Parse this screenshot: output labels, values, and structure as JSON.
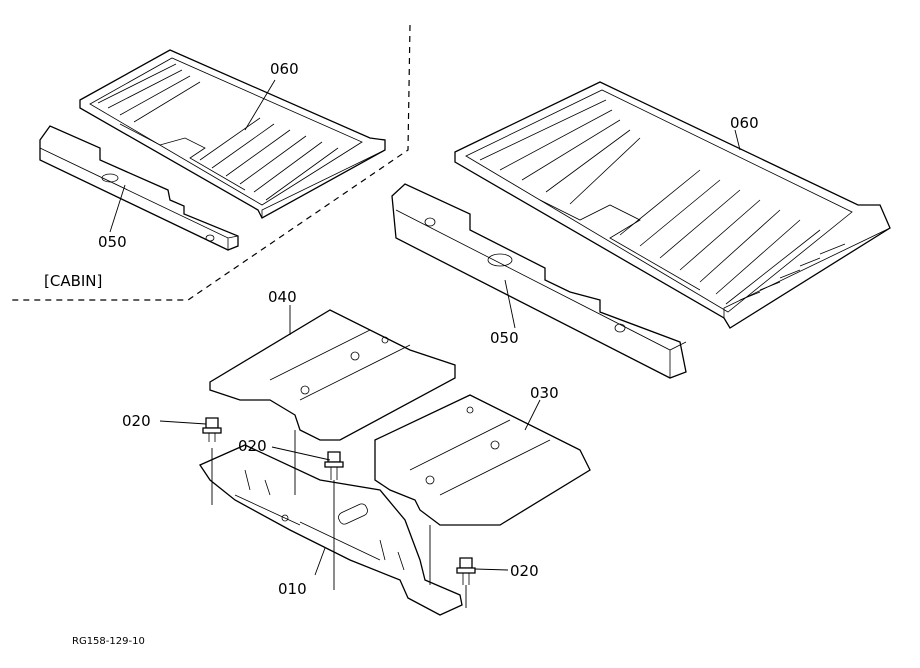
{
  "labels": {
    "p060_top": "060",
    "p050_top": "050",
    "p060_right": "060",
    "p050_right": "050",
    "p040": "040",
    "p030": "030",
    "p020_a": "020",
    "p020_b": "020",
    "p020_c": "020",
    "p010": "010",
    "cabin": "[CABIN]"
  },
  "figure_code": "RG158-129-10"
}
